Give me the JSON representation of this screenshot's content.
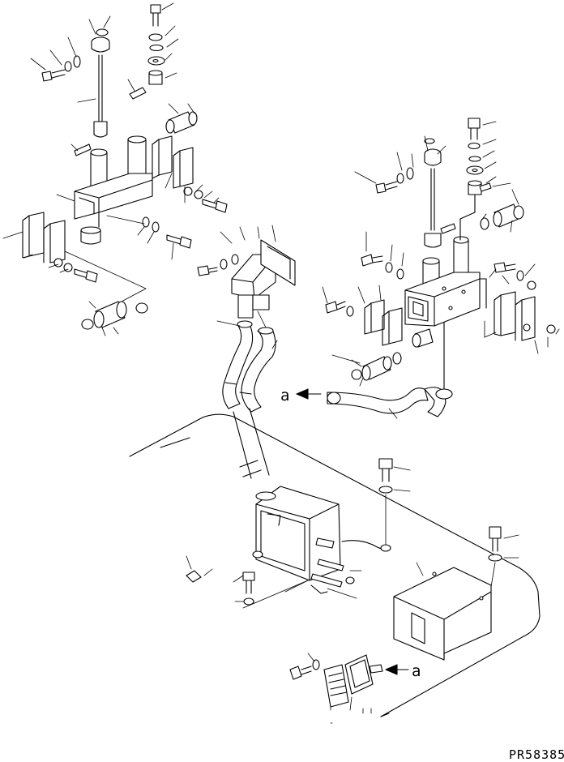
{
  "drawing_code": "PR58385",
  "callouts": {
    "upper_right_arrow": "a",
    "lower_arrow": "a"
  }
}
